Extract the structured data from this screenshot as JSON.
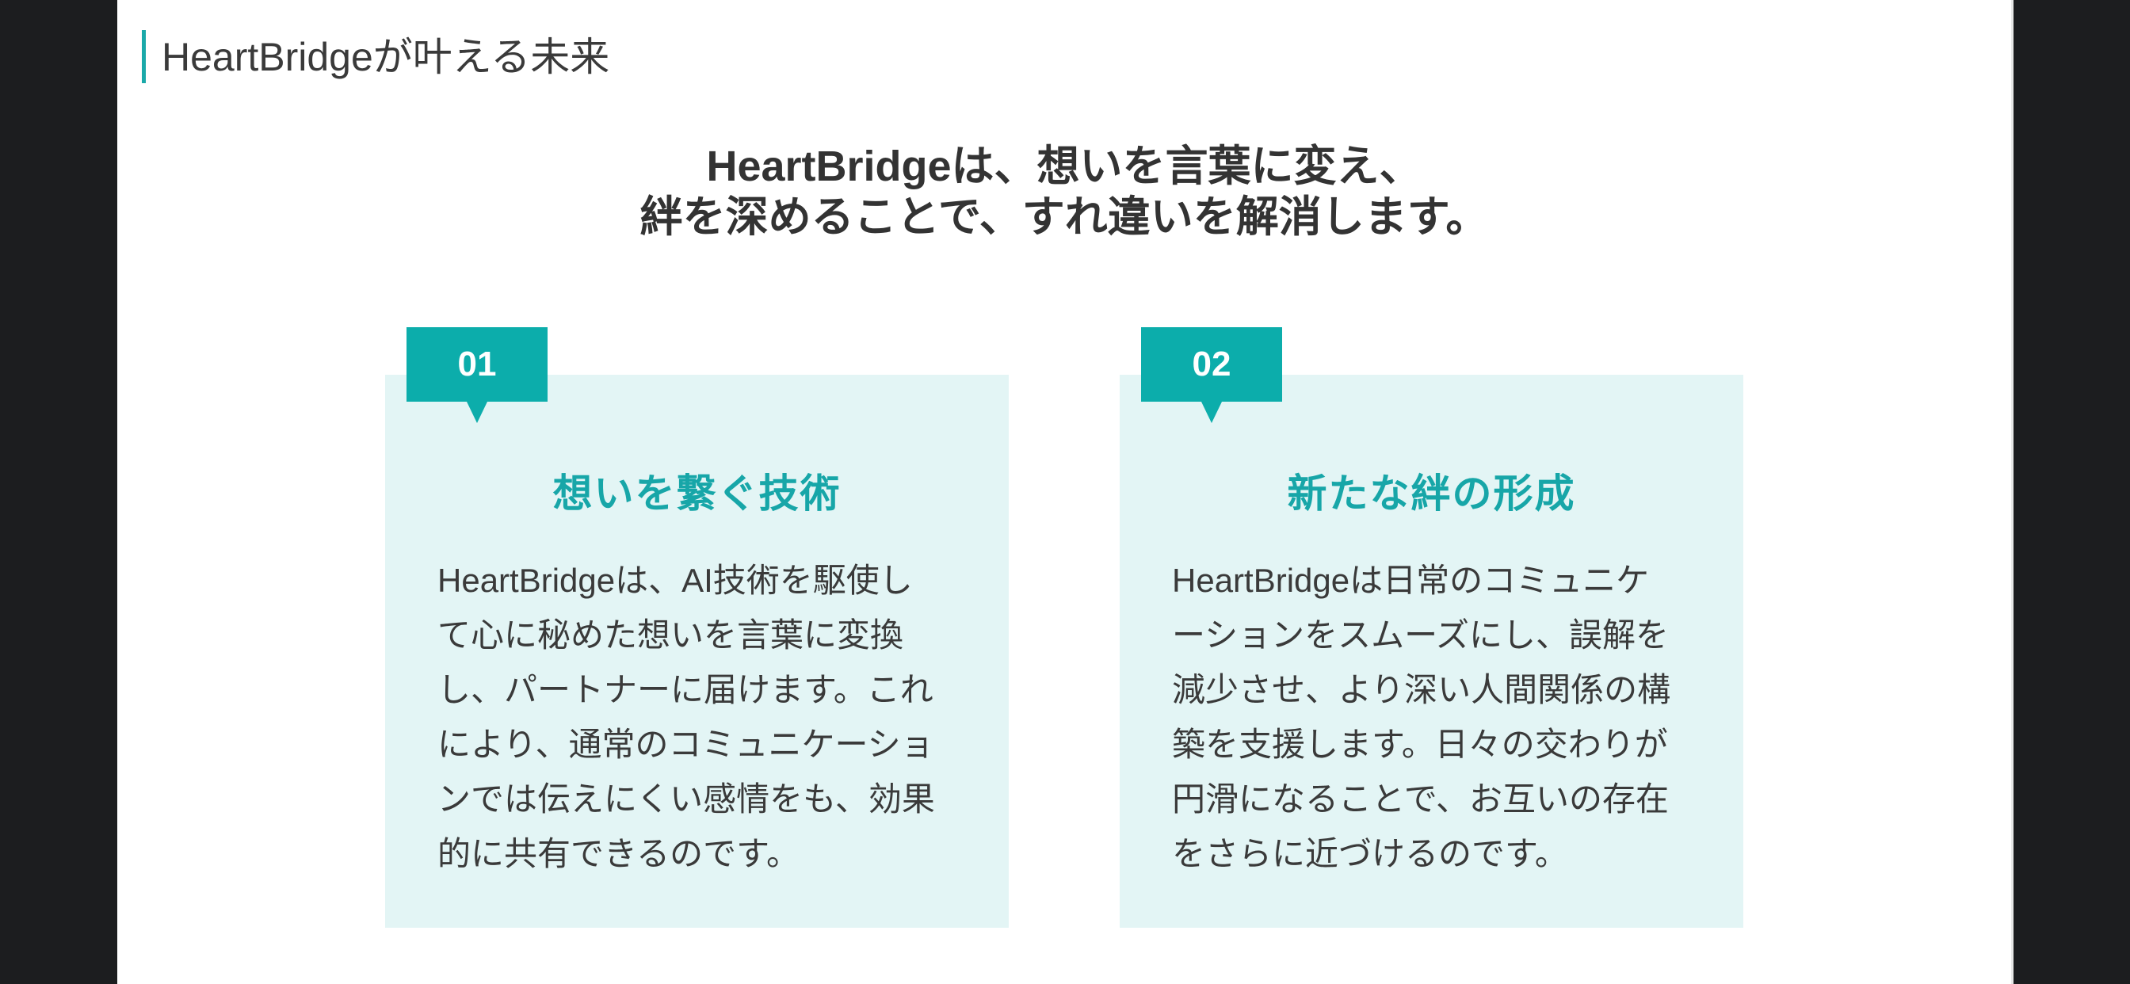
{
  "slide": {
    "title": "HeartBridgeが叶える未来",
    "accent_color": "#1aa9a9",
    "headline": {
      "lines": [
        "HeartBridgeは、想いを言葉に変え、",
        "絆を深めることで、すれ違いを解消します。"
      ]
    },
    "cards": [
      {
        "number": "01",
        "heading": "想いを繋ぐ技術",
        "body_lines": [
          "HeartBridgeは、AI技術を駆使し",
          "て心に秘めた想いを言葉に変換",
          "し、パートナーに届けます。これ",
          "により、通常のコミュニケーショ",
          "ンでは伝えにくい感情をも、効果",
          "的に共有できるのです。"
        ]
      },
      {
        "number": "02",
        "heading": "新たな絆の形成",
        "body_lines": [
          "HeartBridgeは日常のコミュニケ",
          "ーションをスムーズにし、誤解を",
          "減少させ、より深い人間関係の構",
          "築を支援します。日々の交わりが",
          "円滑になることで、お互いの存在",
          "をさらに近づけるのです。"
        ]
      }
    ],
    "colors": {
      "badge": "#0cadab",
      "card_heading": "#17a6a8",
      "card_background": "#e3f5f5",
      "text": "#333333",
      "page_background": "#1c1d1f"
    }
  }
}
